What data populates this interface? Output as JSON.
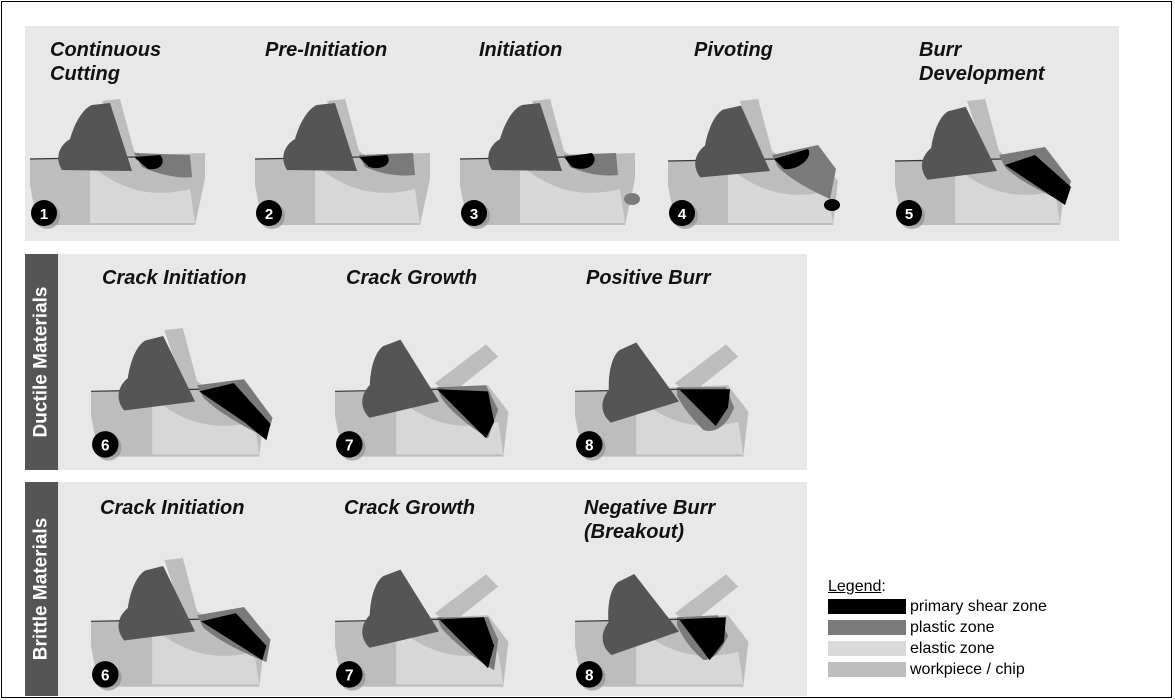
{
  "row1": {
    "titles": [
      [
        "Continuous",
        "Cutting"
      ],
      [
        "Pre-Initiation"
      ],
      [
        "Initiation"
      ],
      [
        "Pivoting"
      ],
      [
        "Burr",
        "Development"
      ]
    ],
    "numbers": [
      "1",
      "2",
      "3",
      "4",
      "5"
    ]
  },
  "ductile": {
    "label": "Ductile Materials",
    "titles": [
      "Crack Initiation",
      "Crack Growth",
      "Positive Burr"
    ],
    "numbers": [
      "6",
      "7",
      "8"
    ]
  },
  "brittle": {
    "label": "Brittle Materials",
    "titles": [
      [
        "Crack Initiation"
      ],
      [
        "Crack Growth"
      ],
      [
        "Negative Burr",
        "(Breakout)"
      ]
    ],
    "numbers": [
      "6",
      "7",
      "8"
    ]
  },
  "legend": {
    "title": "Legend",
    "items": [
      {
        "label": "primary shear zone",
        "color": "#000000"
      },
      {
        "label": "plastic zone",
        "color": "#7a7a7a"
      },
      {
        "label": "elastic zone",
        "color": "#d9d9d9"
      },
      {
        "label": "workpiece / chip",
        "color": "#bdbdbd"
      }
    ]
  },
  "colors": {
    "panel": "#e8e8e8",
    "sidebar": "#555555",
    "tool": "#555555",
    "workpiece": "#bdbdbd",
    "elastic": "#d9d9d9",
    "plastic": "#7a7a7a",
    "shear": "#000000"
  }
}
